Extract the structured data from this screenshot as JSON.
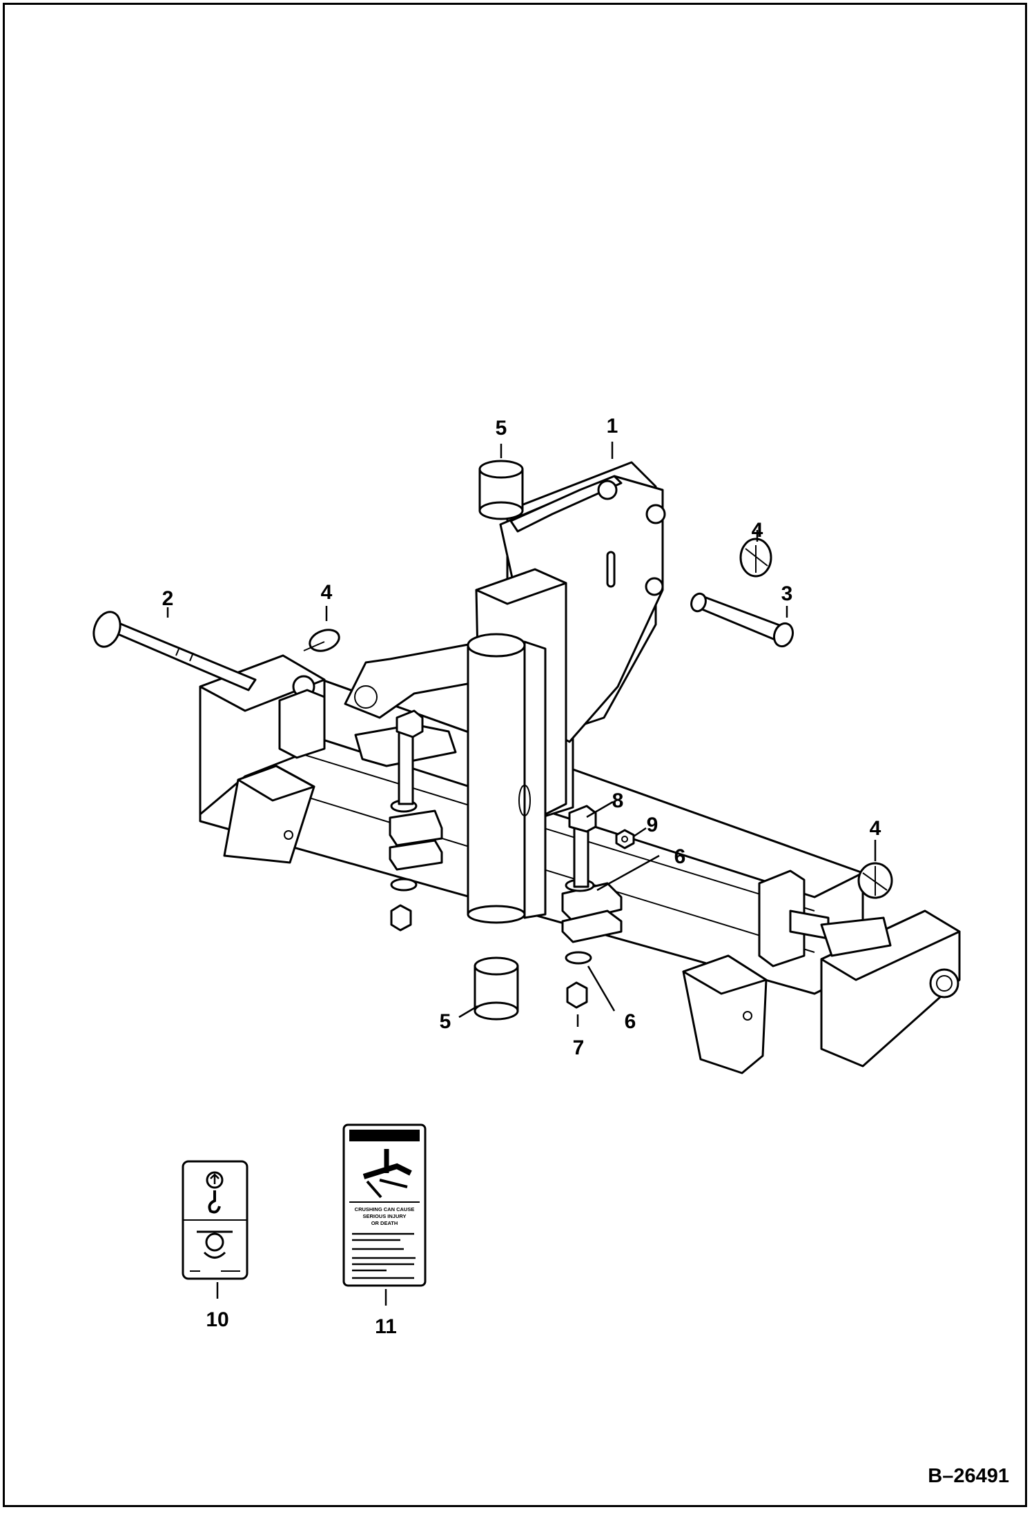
{
  "figure_id": "B–26491",
  "callouts": {
    "c1": "1",
    "c2": "2",
    "c3": "3",
    "c4a": "4",
    "c4b": "4",
    "c4c": "4",
    "c5a": "5",
    "c5b": "5",
    "c6a": "6",
    "c6b": "6",
    "c7": "7",
    "c8": "8",
    "c9": "9",
    "c10": "10",
    "c11": "11"
  },
  "decal_11": {
    "heading_line1": "CRUSHING CAN CAUSE",
    "heading_line2": "SERIOUS INJURY",
    "heading_line3": "OR DEATH"
  }
}
